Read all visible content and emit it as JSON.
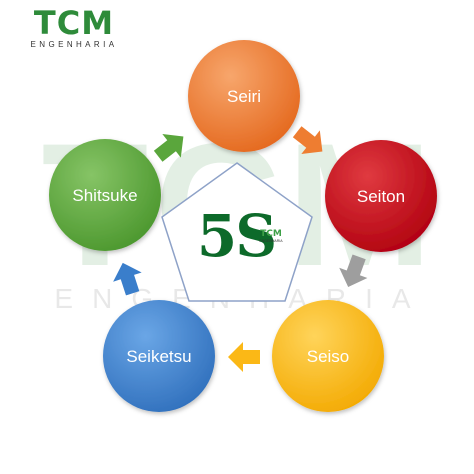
{
  "logo": {
    "brand": "TCM",
    "subtitle": "ENGENHARIA"
  },
  "watermark": {
    "brand": "TCM",
    "subtitle": "ENGENHARIA"
  },
  "center": {
    "label": "5S",
    "mini_brand": "TCM",
    "mini_subtitle": "ENGENHARIA"
  },
  "steps": [
    {
      "label": "Seiri",
      "color": "#ee7d31"
    },
    {
      "label": "Seiton",
      "color": "#c8101e"
    },
    {
      "label": "Seiso",
      "color": "#fbb816"
    },
    {
      "label": "Seiketsu",
      "color": "#3a7ecb"
    },
    {
      "label": "Shitsuke",
      "color": "#5aa63c"
    }
  ],
  "arrows": [
    {
      "from": "Seiri",
      "to": "Seiton",
      "color": "#ee7d31"
    },
    {
      "from": "Seiton",
      "to": "Seiso",
      "color": "#9e9e9e"
    },
    {
      "from": "Seiso",
      "to": "Seiketsu",
      "color": "#fbb816"
    },
    {
      "from": "Seiketsu",
      "to": "Shitsuke",
      "color": "#3a7ecb"
    },
    {
      "from": "Shitsuke",
      "to": "Seiri",
      "color": "#5aa63c"
    }
  ]
}
